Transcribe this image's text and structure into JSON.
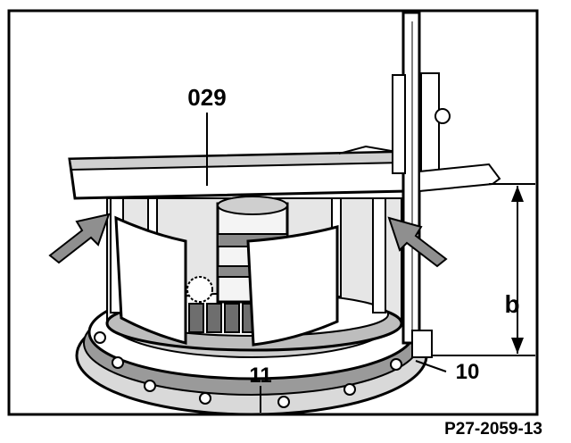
{
  "labels": {
    "tool": "029",
    "part_11": "11",
    "part_10": "10",
    "dimension": "b"
  },
  "figure_code": "P27-2059-13",
  "colors": {
    "ink": "#000000",
    "background": "#ffffff",
    "shading": "#6e6e6e",
    "light_shading": "#bdbdbd"
  }
}
